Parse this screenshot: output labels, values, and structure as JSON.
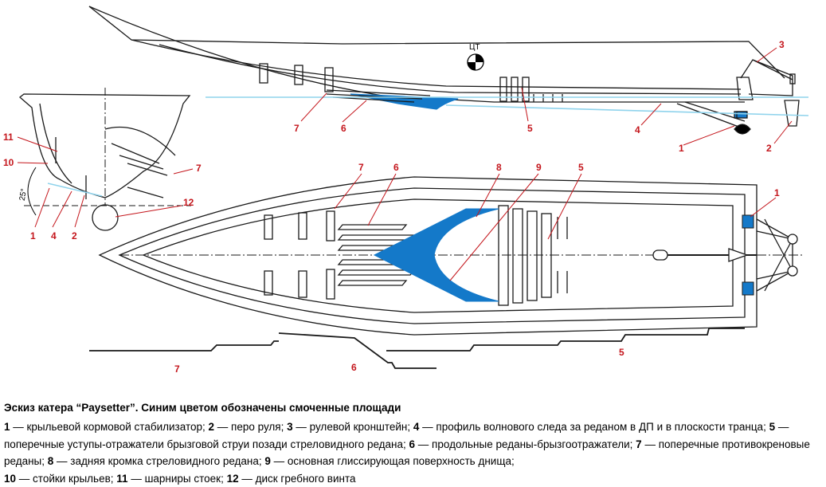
{
  "caption": {
    "title": "Эскиз катера “Paysetter”. Синим цветом обозначены смоченные площади",
    "legend": [
      {
        "num": "1",
        "text": " — крыльевой кормовой стабилизатор; "
      },
      {
        "num": "2",
        "text": " — перо руля; "
      },
      {
        "num": "3",
        "text": " — рулевой кронштейн; "
      },
      {
        "num": "4",
        "text": " — профиль волнового следа за реданом в ДП и в плоскости транца; "
      },
      {
        "num": "5",
        "text": " — поперечные уступы-отражатели брызговой струи позади стреловидного редана; "
      },
      {
        "num": "6",
        "text": " — продольные реданы-брызгоотражатели; "
      },
      {
        "num": "7",
        "text": " — поперечные противокреновые реданы; "
      },
      {
        "num": "8",
        "text": " — задняя кромка стреловидного редана; "
      },
      {
        "num": "9",
        "text": " — основная глиссирующая поверхность днища;"
      },
      {
        "num": "10",
        "text": " — стойки крыльев; "
      },
      {
        "num": "11",
        "text": " — шарниры стоек; "
      },
      {
        "num": "12",
        "text": " — диск гребного винта"
      }
    ]
  },
  "labels": {
    "ct": "ЦТ",
    "angle": "25°",
    "side": [
      "3",
      "7",
      "6",
      "5",
      "4",
      "1",
      "2"
    ],
    "section": [
      "11",
      "10",
      "7",
      "12",
      "1",
      "4",
      "2"
    ],
    "plan": [
      "7",
      "6",
      "8",
      "9",
      "5",
      "1"
    ],
    "profiles": [
      "7",
      "6",
      "5"
    ]
  },
  "colors": {
    "wetted": "#1479c9",
    "label": "#c4161c",
    "waterline": "#8fd3ec",
    "line": "#1a1a1a"
  }
}
